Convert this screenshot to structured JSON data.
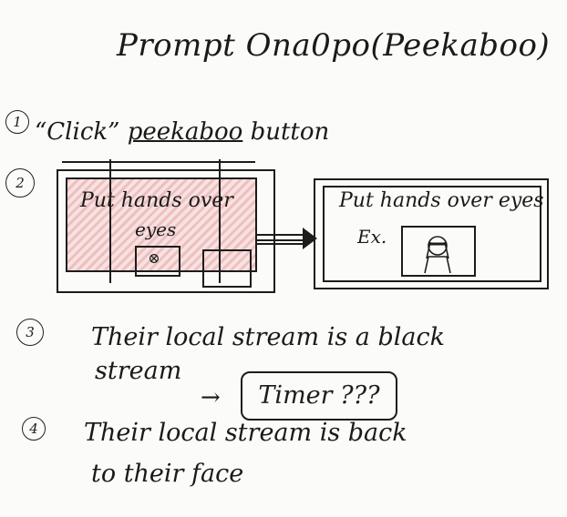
{
  "title": "Prompt Ona0po(Peekaboo)",
  "steps": [
    {
      "number": "1",
      "text_prefix": "“Click” ",
      "text_highlight": "peekaboo",
      "text_suffix": " button"
    },
    {
      "number": "2"
    },
    {
      "number": "3",
      "line1": "Their local stream is a black",
      "line2": "stream"
    },
    {
      "number": "4",
      "line1": "Their local stream is back",
      "line2": "to their face"
    }
  ],
  "left_screen": {
    "caption_line1": "Put hands over",
    "caption_line2": "eyes",
    "face_icon": "⊗"
  },
  "right_screen": {
    "caption": "Put hands over eyes",
    "example_label": "Ex."
  },
  "timer": {
    "label": "Timer ???",
    "arrow": "→"
  }
}
